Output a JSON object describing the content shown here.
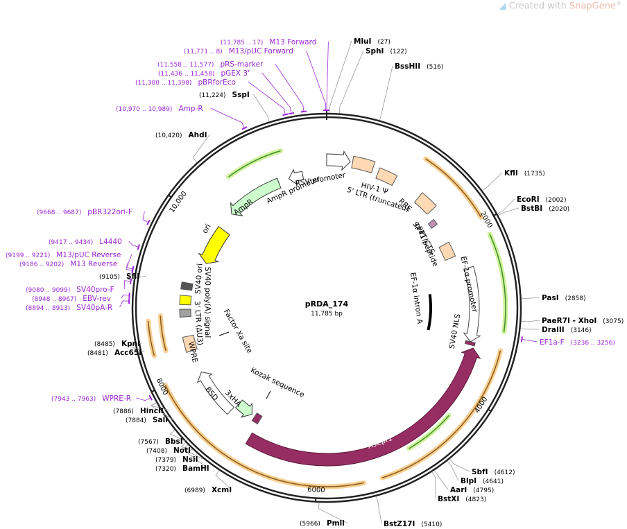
{
  "watermark": {
    "prefix": "Created with ",
    "brand": "SnapGene",
    "reg": "®"
  },
  "plasmid": {
    "name": "pRDA_174",
    "length": "11,785 bp",
    "total_bp": 11785
  },
  "ticks": [
    {
      "bp": 0,
      "label": ""
    },
    {
      "bp": 2000,
      "label": "2000"
    },
    {
      "bp": 4000,
      "label": "4000"
    },
    {
      "bp": 6000,
      "label": "6000"
    },
    {
      "bp": 8000,
      "label": "8000"
    },
    {
      "bp": 10000,
      "label": "10,000"
    }
  ],
  "sites": [
    {
      "name": "MluI",
      "pos": "(27)",
      "bp": 27
    },
    {
      "name": "SphI",
      "pos": "(122)",
      "bp": 122
    },
    {
      "name": "BssHII",
      "pos": "(516)",
      "bp": 516
    },
    {
      "name": "KflI",
      "pos": "(1735)",
      "bp": 1735
    },
    {
      "name": "EcoRI",
      "pos": "(2002)",
      "bp": 2002
    },
    {
      "name": "BstBI",
      "pos": "(2020)",
      "bp": 2020
    },
    {
      "name": "PasI",
      "pos": "(2858)",
      "bp": 2858
    },
    {
      "name": "PaeR7I - XhoI",
      "pos": "(3075)",
      "bp": 3075
    },
    {
      "name": "DraIII",
      "pos": "(3146)",
      "bp": 3146
    },
    {
      "name": "SbfI",
      "pos": "(4612)",
      "bp": 4612
    },
    {
      "name": "BlpI",
      "pos": "(4641)",
      "bp": 4641
    },
    {
      "name": "AarI",
      "pos": "(4795)",
      "bp": 4795
    },
    {
      "name": "BstXI",
      "pos": "(4823)",
      "bp": 4823
    },
    {
      "name": "BstZ17I",
      "pos": "(5410)",
      "bp": 5410
    },
    {
      "name": "PmlI",
      "pos": "(5966)",
      "bp": 5966
    },
    {
      "name": "XcmI",
      "pos": "(6989)",
      "bp": 6989
    },
    {
      "name": "BamHI",
      "pos": "(7320)",
      "bp": 7320
    },
    {
      "name": "NsiI",
      "pos": "(7379)",
      "bp": 7379
    },
    {
      "name": "NotI",
      "pos": "(7408)",
      "bp": 7408
    },
    {
      "name": "BbsI",
      "pos": "(7567)",
      "bp": 7567
    },
    {
      "name": "SalI",
      "pos": "(7884)",
      "bp": 7884
    },
    {
      "name": "HincII",
      "pos": "(7886)",
      "bp": 7886
    },
    {
      "name": "Acc65I",
      "pos": "(8481)",
      "bp": 8481
    },
    {
      "name": "KpnI",
      "pos": "(8485)",
      "bp": 8485
    },
    {
      "name": "SfiI",
      "pos": "(9105)",
      "bp": 9105
    },
    {
      "name": "AhdI",
      "pos": "(10,420)",
      "bp": 10420
    },
    {
      "name": "SspI",
      "pos": "(11,224)",
      "bp": 11224
    }
  ],
  "primers": [
    {
      "name": "M13 Forward",
      "pos": "(11,785 .. 17)",
      "bp": 11785
    },
    {
      "name": "M13/pUC Forward",
      "pos": "(11,771 .. 8)",
      "bp": 11776
    },
    {
      "name": "pRS-marker",
      "pos": "(11,558 .. 11,577)",
      "bp": 11567
    },
    {
      "name": "pGEX 3'",
      "pos": "(11,436 .. 11,458)",
      "bp": 11447
    },
    {
      "name": "pBRforEco",
      "pos": "(11,380 .. 11,398)",
      "bp": 11389
    },
    {
      "name": "Amp-R",
      "pos": "(10,970 .. 10,989)",
      "bp": 10980
    },
    {
      "name": "pBR322ori-F",
      "pos": "(9668 .. 9687)",
      "bp": 9677
    },
    {
      "name": "L4440",
      "pos": "(9417 .. 9434)",
      "bp": 9425
    },
    {
      "name": "M13/pUC Reverse",
      "pos": "(9199 .. 9221)",
      "bp": 9210
    },
    {
      "name": "M13 Reverse",
      "pos": "(9186 .. 9202)",
      "bp": 9194
    },
    {
      "name": "SV40pro-F",
      "pos": "(9080 .. 9099)",
      "bp": 9090
    },
    {
      "name": "EBV-rev",
      "pos": "(8948 .. 8967)",
      "bp": 8957
    },
    {
      "name": "SV40pA-R",
      "pos": "(8894 .. 8913)",
      "bp": 8903
    },
    {
      "name": "WPRE-R",
      "pos": "(7943 .. 7963)",
      "bp": 7953
    },
    {
      "name": "EF1a-F",
      "pos": "(3236 .. 3256)",
      "bp": 3246
    }
  ],
  "features": [
    {
      "label": "RSV promoter"
    },
    {
      "label": "HIV-1 Ψ"
    },
    {
      "label": "5' LTR (truncated)"
    },
    {
      "label": "RRE"
    },
    {
      "label": "cPPT/CTS"
    },
    {
      "label": "gp41 peptide"
    },
    {
      "label": "EF-1α promoter"
    },
    {
      "label": "EF-1α intron A"
    },
    {
      "label": "SV40 NLS"
    },
    {
      "label": "AsCpf1"
    },
    {
      "label": "Kozak sequence"
    },
    {
      "label": "3xHA"
    },
    {
      "label": "BSD"
    },
    {
      "label": "WPRE"
    },
    {
      "label": "3' LTR (ΔU3)"
    },
    {
      "label": "SV40 poly(A) signal"
    },
    {
      "label": "SV40 ori"
    },
    {
      "label": "Factor Xa site"
    },
    {
      "label": "ori"
    },
    {
      "label": "AmpR"
    },
    {
      "label": "AmpR promoter"
    }
  ],
  "colors": {
    "backbone": "#222222",
    "primer": "#9c27d6",
    "site_leader": "#999999",
    "ascpf1": "#962d63",
    "orf_halo": "#f5c77e",
    "orf_line": "#8a5a1f",
    "promoter_halo": "#c8f08c",
    "promoter_line": "#3d8c2a",
    "ori": "#ffff00",
    "ampr": "#ccffcc",
    "ltr": "#ffd9b3",
    "gray": "#a0a0a0"
  }
}
